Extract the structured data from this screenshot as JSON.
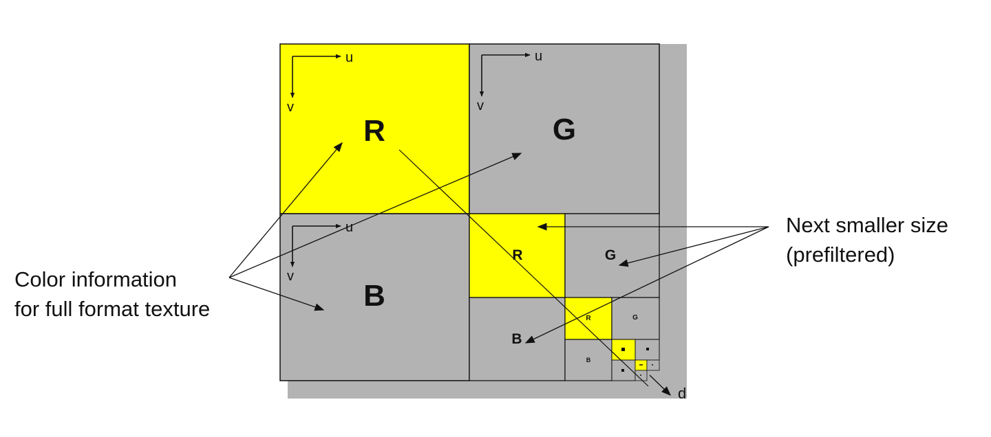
{
  "mipmap": {
    "level0": {
      "r": "R",
      "g": "G",
      "b": "B",
      "u": "u",
      "v": "v"
    },
    "level1": {
      "r": "R",
      "g": "G",
      "b": "B"
    },
    "level2": {
      "r": "R",
      "g": "G",
      "b": "B"
    },
    "depth_label": "d"
  },
  "annotations": {
    "left": {
      "line1": "Color information",
      "line2": "for full format texture"
    },
    "right": {
      "line1": "Next smaller size",
      "line2": "(prefiltered)"
    }
  },
  "colors": {
    "red_channel": "#ffff00",
    "gray_channel": "#b3b3b3",
    "lines": "#111111"
  }
}
